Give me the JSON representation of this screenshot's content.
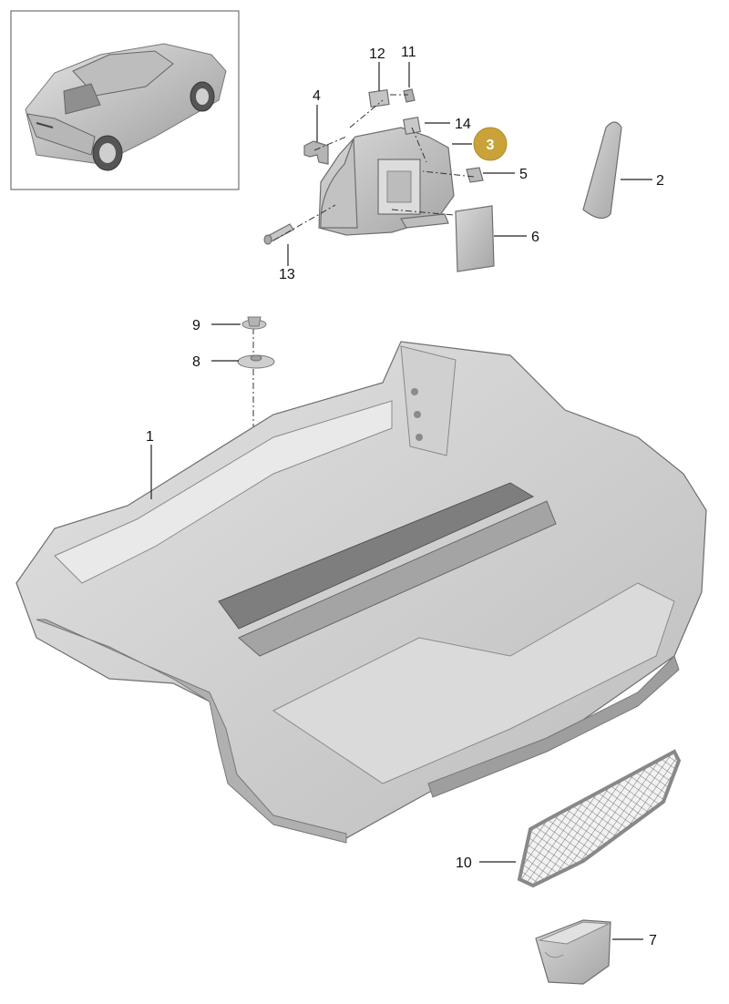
{
  "diagram": {
    "highlight_color": "#c9a33a",
    "part_fill": "#cfcfcf",
    "part_shade": "#a9a9a9",
    "callouts": [
      {
        "id": "c1",
        "text": "1"
      },
      {
        "id": "c2",
        "text": "2"
      },
      {
        "id": "c3",
        "text": "3",
        "highlighted": true
      },
      {
        "id": "c4",
        "text": "4"
      },
      {
        "id": "c5",
        "text": "5"
      },
      {
        "id": "c6",
        "text": "6"
      },
      {
        "id": "c7",
        "text": "7"
      },
      {
        "id": "c8",
        "text": "8"
      },
      {
        "id": "c9",
        "text": "9"
      },
      {
        "id": "c10",
        "text": "10"
      },
      {
        "id": "c11",
        "text": "11"
      },
      {
        "id": "c12",
        "text": "12"
      },
      {
        "id": "c13",
        "text": "13"
      },
      {
        "id": "c14",
        "text": "14"
      }
    ]
  }
}
